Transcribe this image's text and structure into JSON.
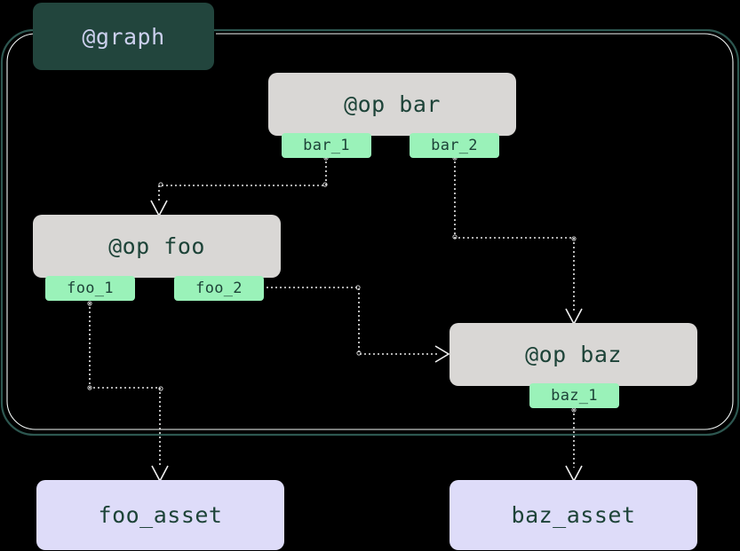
{
  "diagram": {
    "kind": "dataflow-graph",
    "background_color": "#000000",
    "cluster": {
      "label": "@graph",
      "label_fill": "#22453d",
      "label_text_color": "#ccd0ee",
      "border_color": "#2d5750",
      "border_highlight_color": "#f2f7f6"
    },
    "op_nodes": [
      {
        "id": "bar",
        "label": "@op bar",
        "fill": "#d9d7d5",
        "text_color": "#1d4338"
      },
      {
        "id": "foo",
        "label": "@op foo",
        "fill": "#d9d7d5",
        "text_color": "#1d4338"
      },
      {
        "id": "baz",
        "label": "@op baz",
        "fill": "#d9d7d5",
        "text_color": "#1d4338"
      }
    ],
    "ports": [
      {
        "id": "bar_1",
        "label": "bar_1",
        "parent": "bar",
        "fill": "#9af2b9",
        "text_color": "#1d4338"
      },
      {
        "id": "bar_2",
        "label": "bar_2",
        "parent": "bar",
        "fill": "#9af2b9",
        "text_color": "#1d4338"
      },
      {
        "id": "foo_1",
        "label": "foo_1",
        "parent": "foo",
        "fill": "#9af2b9",
        "text_color": "#1d4338"
      },
      {
        "id": "foo_2",
        "label": "foo_2",
        "parent": "foo",
        "fill": "#9af2b9",
        "text_color": "#1d4338"
      },
      {
        "id": "baz_1",
        "label": "baz_1",
        "parent": "baz",
        "fill": "#9af2b9",
        "text_color": "#1d4338"
      }
    ],
    "asset_nodes": [
      {
        "id": "foo_asset",
        "label": "foo_asset",
        "fill": "#dedcf9",
        "text_color": "#1d4338"
      },
      {
        "id": "baz_asset",
        "label": "baz_asset",
        "fill": "#dedcf9",
        "text_color": "#1d4338"
      }
    ],
    "edges": [
      {
        "id": "bar_1-to-foo",
        "from": "bar_1",
        "to": "foo",
        "style": "dotted",
        "color": "#e8e8e8",
        "arrow": "open-triangle-down"
      },
      {
        "id": "bar_2-to-baz",
        "from": "bar_2",
        "to": "baz",
        "style": "dotted",
        "color": "#e8e8e8",
        "arrow": "open-triangle-down"
      },
      {
        "id": "foo_2-to-baz",
        "from": "foo_2",
        "to": "baz",
        "style": "dotted",
        "color": "#e8e8e8",
        "arrow": "open-triangle-right"
      },
      {
        "id": "foo_1-to-foo_asset",
        "from": "foo_1",
        "to": "foo_asset",
        "style": "dotted",
        "color": "#e8e8e8",
        "arrow": "open-triangle-down"
      },
      {
        "id": "baz_1-to-baz_asset",
        "from": "baz_1",
        "to": "baz_asset",
        "style": "dotted",
        "color": "#e8e8e8",
        "arrow": "open-triangle-down"
      }
    ]
  }
}
